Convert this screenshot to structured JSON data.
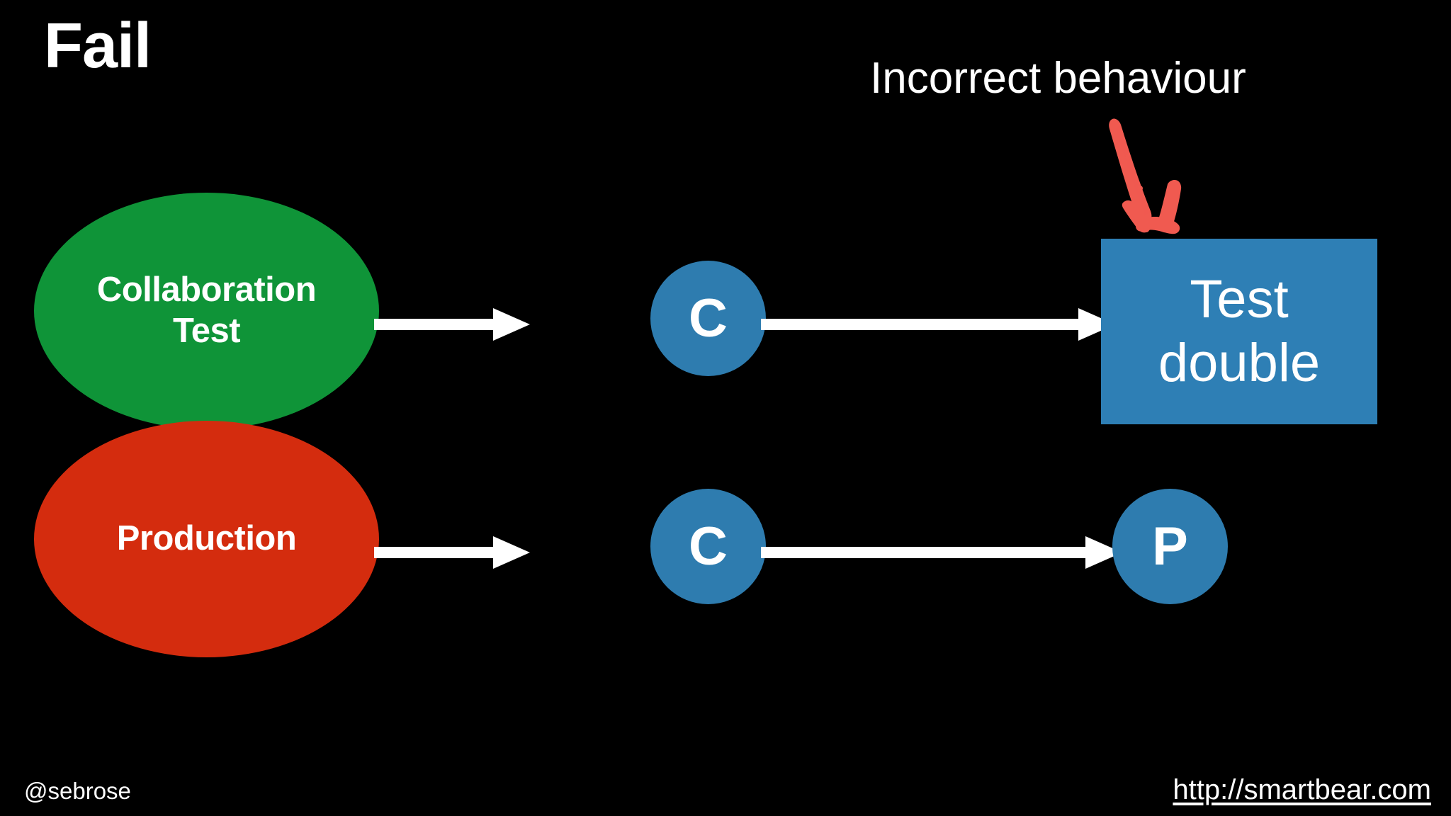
{
  "slide": {
    "background_color": "#000000",
    "title": "Fail"
  },
  "annotation": {
    "label": "Incorrect behaviour",
    "arrow_icon": "hand-drawn-down-right-arrow-icon",
    "color": "#F05A50"
  },
  "diagram": {
    "rows": [
      {
        "name": "collaboration-test-row",
        "source": {
          "label_line1": "Collaboration",
          "label_line2": "Test",
          "shape": "ellipse",
          "color": "#0F9438"
        },
        "middle": {
          "label": "C",
          "shape": "circle",
          "color": "#2E7CAF"
        },
        "target": {
          "label_line1": "Test",
          "label_line2": "double",
          "shape": "rectangle",
          "color": "#2E7FB5"
        }
      },
      {
        "name": "production-row",
        "source": {
          "label_line1": "Production",
          "label_line2": "",
          "shape": "ellipse",
          "color": "#D42C0E"
        },
        "middle": {
          "label": "C",
          "shape": "circle",
          "color": "#2E7CAF"
        },
        "target": {
          "label_line1": "P",
          "label_line2": "",
          "shape": "circle",
          "color": "#2E7CAF"
        }
      }
    ],
    "arrow_color": "#FFFFFF"
  },
  "footer": {
    "handle": "@sebrose",
    "url": "http://smartbear.com"
  }
}
